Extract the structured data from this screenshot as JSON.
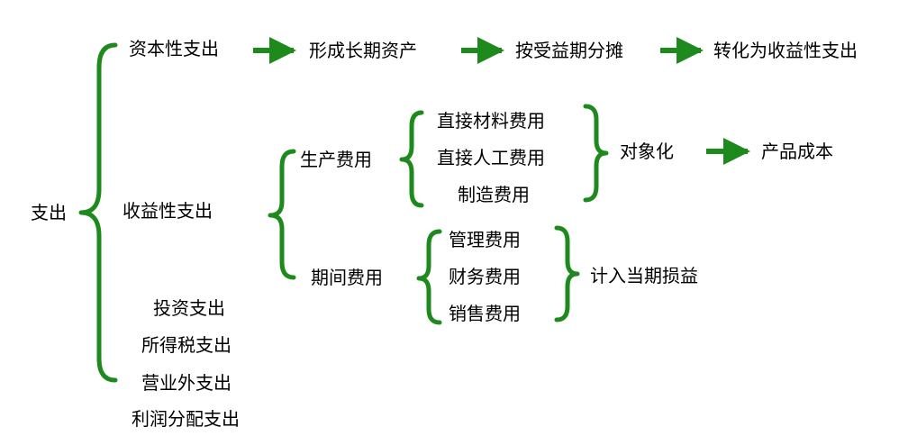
{
  "root": "支出",
  "capital": {
    "label": "资本性支出",
    "chain": [
      "形成长期资产",
      "按受益期分摊",
      "转化为收益性支出"
    ]
  },
  "revenue": {
    "label": "收益性支出",
    "production": {
      "label": "生产费用",
      "items": [
        "直接材料费用",
        "直接人工费用",
        "制造费用"
      ],
      "target": "对象化",
      "result": "产品成本"
    },
    "period": {
      "label": "期间费用",
      "items": [
        "管理费用",
        "财务费用",
        "销售费用"
      ],
      "result": "计入当期损益"
    }
  },
  "others": [
    "投资支出",
    "所得税支出",
    "营业外支出",
    "利润分配支出"
  ],
  "colors": {
    "connector": "#1e8a1e",
    "text": "#000000"
  }
}
